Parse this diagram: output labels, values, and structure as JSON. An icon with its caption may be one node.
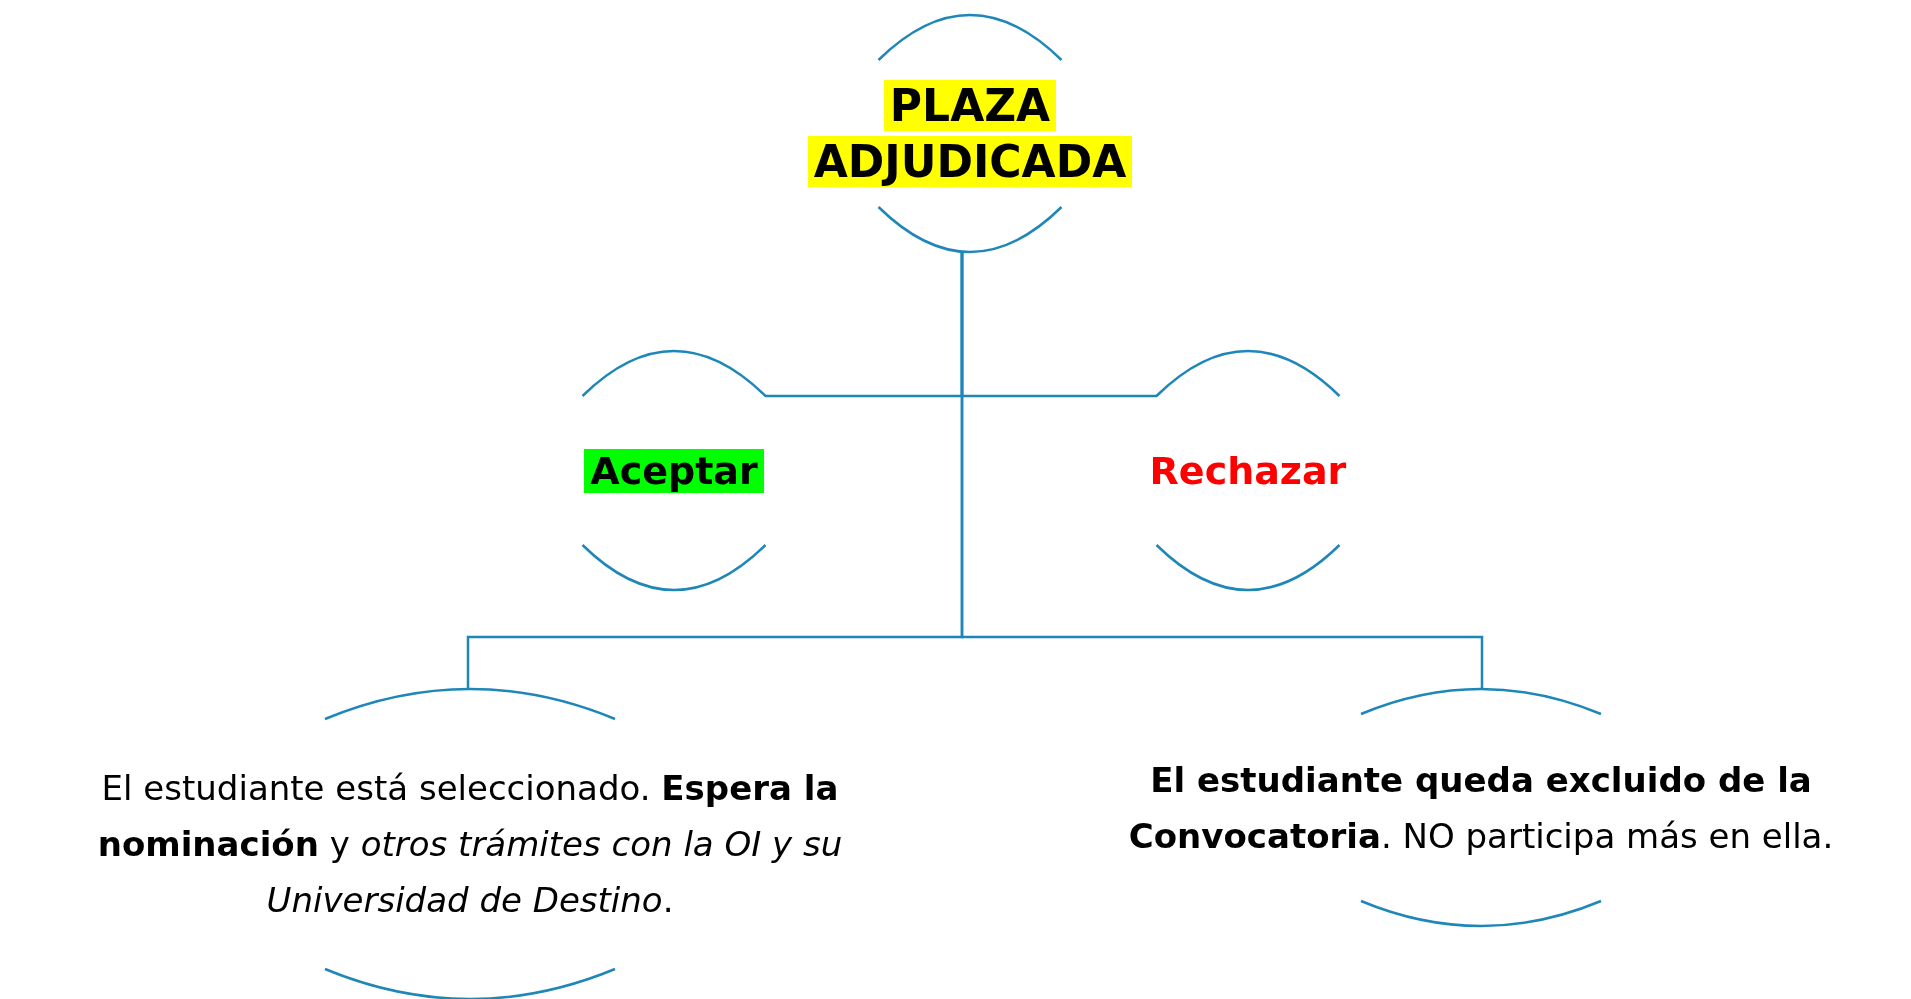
{
  "diagram": {
    "nodes": [
      {
        "text": [
          "PLAZA ADJUDICADA"
        ]
      },
      {
        "text": [
          "Aceptar"
        ]
      },
      {
        "text": [
          "Rechazar"
        ]
      },
      {
        "text": [
          "El estudiante está seleccionado. **Espera la nominación** y *otros trámites con la OI y su Universidad de Destino*."
        ]
      },
      {
        "text": [
          "**El estudiante queda excluido de la Convocatoria**. NO participa más en ella."
        ]
      }
    ],
    "edges": [
      {
        "from": 0,
        "to": 1,
        "arrow": "none"
      },
      {
        "from": 0,
        "to": 2,
        "arrow": "none"
      },
      {
        "from": 0,
        "to": 3,
        "arrow": "none"
      },
      {
        "from": 0,
        "to": 4,
        "arrow": "none"
      }
    ]
  }
}
